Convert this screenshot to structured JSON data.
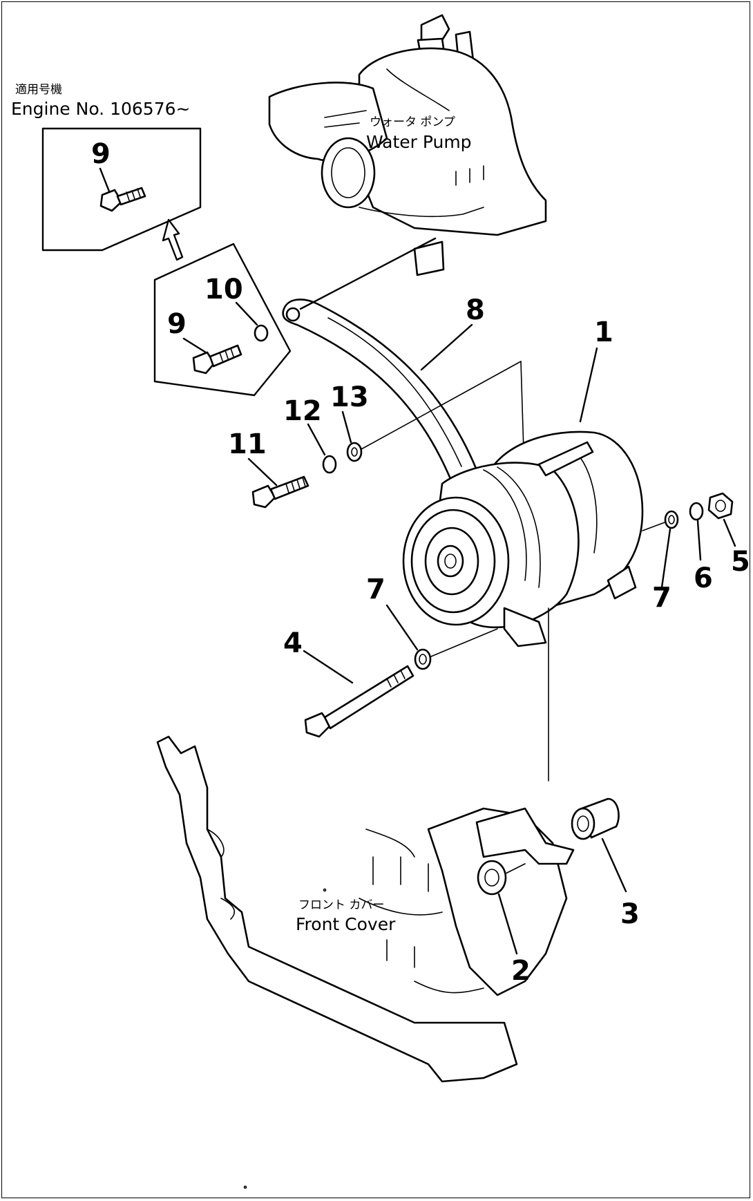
{
  "header": {
    "applicable_label_jp": "適用号機",
    "engine_number": "Engine No. 106576~"
  },
  "captions": {
    "water_pump_jp": "ウォータ ポンプ",
    "water_pump_en": "Water Pump",
    "front_cover_jp": "フロント カバー",
    "front_cover_en": "Front Cover"
  },
  "callouts": {
    "c1": "1",
    "c2": "2",
    "c3": "3",
    "c4": "4",
    "c5": "5",
    "c6": "6",
    "c7a": "7",
    "c7b": "7",
    "c8": "8",
    "c9a": "9",
    "c9b": "9",
    "c10": "10",
    "c11": "11",
    "c12": "12",
    "c13": "13"
  }
}
